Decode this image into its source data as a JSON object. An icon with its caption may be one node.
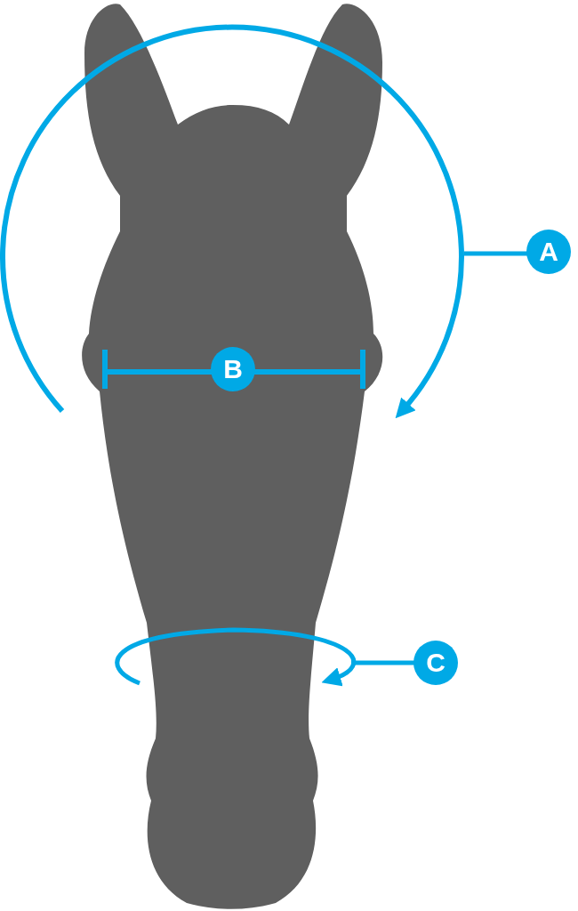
{
  "diagram": {
    "labels": [
      "A",
      "B",
      "C"
    ]
  }
}
